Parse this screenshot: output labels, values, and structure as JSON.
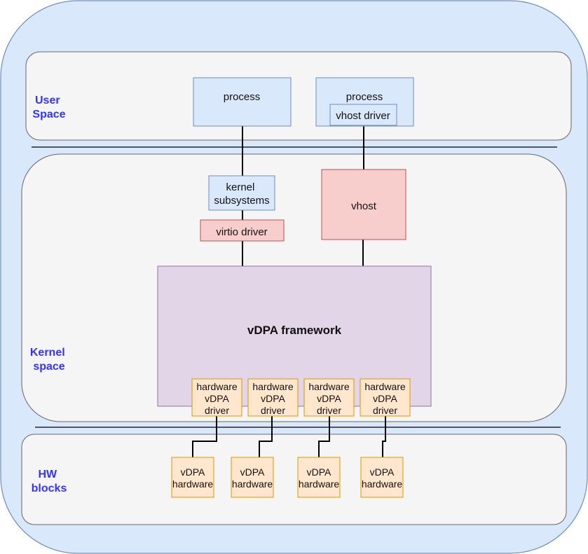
{
  "colors": {
    "outer_fill": "#dae8fc",
    "outer_stroke": "#6c8ebf",
    "layer_fill": "#f5f5f5",
    "layer_stroke": "#666666",
    "blue_fill": "#dae8fc",
    "blue_stroke": "#6c8ebf",
    "red_fill": "#f8cecc",
    "red_stroke": "#b85450",
    "purple_fill": "#e1d5e7",
    "purple_stroke": "#9673a6",
    "orange_fill": "#ffe6cc",
    "orange_stroke": "#d79b00",
    "zone_label": "#3333ff"
  },
  "zones": {
    "user": [
      "User",
      "Space"
    ],
    "kernel": [
      "Kernel",
      "space"
    ],
    "hw": [
      "HW",
      "blocks"
    ]
  },
  "user_space": {
    "process1": "process",
    "process2": "process",
    "vhost_driver": "vhost driver"
  },
  "kernel_space": {
    "kernel_subsystems": [
      "kernel",
      "subsystems"
    ],
    "virtio_driver": "virtio driver",
    "vhost": "vhost",
    "framework": "vDPA framework",
    "hw_drivers": [
      [
        "hardware",
        "vDPA",
        "driver"
      ],
      [
        "hardware",
        "vDPA",
        "driver"
      ],
      [
        "hardware",
        "vDPA",
        "driver"
      ],
      [
        "hardware",
        "vDPA",
        "driver"
      ]
    ]
  },
  "hw_blocks": {
    "devices": [
      [
        "vDPA",
        "hardware"
      ],
      [
        "vDPA",
        "hardware"
      ],
      [
        "vDPA",
        "hardware"
      ],
      [
        "vDPA",
        "hardware"
      ]
    ]
  }
}
